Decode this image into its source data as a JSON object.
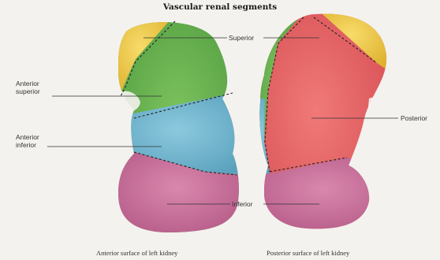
{
  "title": "Vascular renal segments",
  "labels": {
    "superior": "Superior",
    "anterior_superior": "Anterior\nsuperior",
    "anterior_inferior": "Anterior\ninferior",
    "posterior": "Posterior",
    "inferior": "Inferior"
  },
  "captions": {
    "anterior": "Anterior surface of left kidney",
    "posterior": "Posterior surface of left kidney"
  },
  "colors": {
    "superior": "#e8c040",
    "anterior_superior": "#5fa84a",
    "anterior_inferior": "#6fb3cc",
    "posterior": "#e0565a",
    "inferior": "#c15f8e",
    "background": "#f4f2ee"
  }
}
